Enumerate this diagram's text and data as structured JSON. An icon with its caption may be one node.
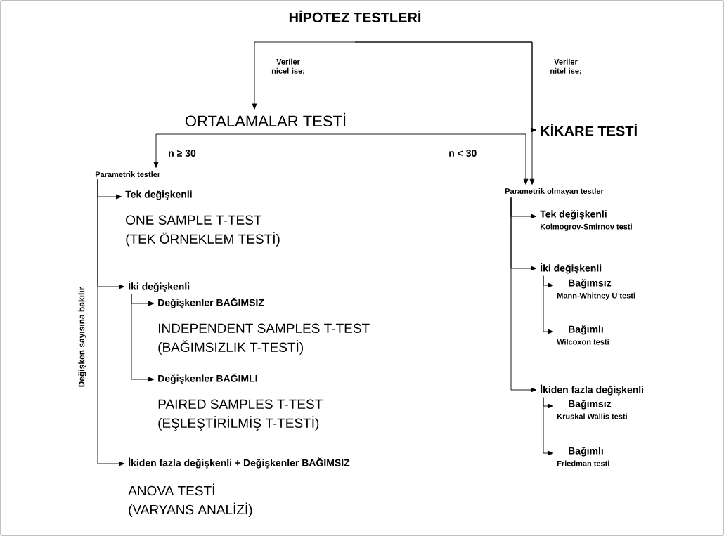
{
  "diagram": {
    "nodes": [
      {
        "text": [
          "HİPOTEZ TESTLERİ"
        ]
      },
      {
        "text": [
          "ORTALAMALAR TESTİ"
        ]
      },
      {
        "text": [
          "KİKARE TESTİ"
        ]
      },
      {
        "text": [
          "Parametrik testler"
        ]
      },
      {
        "text": [
          "Parametrik olmayan testler"
        ]
      },
      {
        "text": [
          "Tek değişkenli",
          "ONE SAMPLE T-TEST (TEK ÖRNEKLEM TESTİ)"
        ]
      },
      {
        "text": [
          "İki değişkenli"
        ]
      },
      {
        "text": [
          "Değişkenler BAĞIMSIZ",
          "INDEPENDENT SAMPLES T-TEST (BAĞIMSIZLIK T-TESTİ)"
        ]
      },
      {
        "text": [
          "Değişkenler BAĞIMLI",
          "PAIRED SAMPLES T-TEST (EŞLEŞTİRİLMİŞ T-TESTİ)"
        ]
      },
      {
        "text": [
          "İkiden fazla değişkenli + Değişkenler BAĞIMSIZ",
          "ANOVA TESTİ (VARYANS ANALİZİ)"
        ]
      },
      {
        "text": [
          "Tek değişkenli",
          "Kolmogrov-Smirnov testi"
        ]
      },
      {
        "text": [
          "İki değişkenli"
        ]
      },
      {
        "text": [
          "Bağımsız",
          "Mann-Whitney U testi"
        ]
      },
      {
        "text": [
          "Bağımlı",
          "Wilcoxon testi"
        ]
      },
      {
        "text": [
          "İkiden fazla değişkenli"
        ]
      },
      {
        "text": [
          "Bağımsız",
          "Kruskal Wallis testi"
        ]
      },
      {
        "text": [
          "Bağımlı",
          "Friedman testi"
        ]
      }
    ],
    "edges": [
      {
        "from": 0,
        "to": 1,
        "arrow": "to",
        "label": "Veriler nicel ise;"
      },
      {
        "from": 0,
        "to": 2,
        "arrow": "to",
        "label": "Veriler nitel ise;"
      },
      {
        "from": 0,
        "to": 4,
        "arrow": "to"
      },
      {
        "from": 1,
        "to": 3,
        "arrow": "to",
        "label": "n ≥ 30"
      },
      {
        "from": 1,
        "to": 4,
        "arrow": "to",
        "label": "n < 30"
      },
      {
        "from": 3,
        "to": 5,
        "arrow": "to"
      },
      {
        "from": 3,
        "to": 6,
        "arrow": "to"
      },
      {
        "from": 3,
        "to": 9,
        "arrow": "to"
      },
      {
        "from": 6,
        "to": 7,
        "arrow": "to"
      },
      {
        "from": 6,
        "to": 8,
        "arrow": "to"
      },
      {
        "from": 4,
        "to": 10,
        "arrow": "to"
      },
      {
        "from": 4,
        "to": 11,
        "arrow": "to"
      },
      {
        "from": 4,
        "to": 14,
        "arrow": "to"
      },
      {
        "from": 11,
        "to": 12,
        "arrow": "to"
      },
      {
        "from": 11,
        "to": 13,
        "arrow": "to"
      },
      {
        "from": 14,
        "to": 15,
        "arrow": "to"
      },
      {
        "from": 14,
        "to": 16,
        "arrow": "to"
      }
    ],
    "labels": [
      "Değişken sayısına bakılır"
    ]
  }
}
